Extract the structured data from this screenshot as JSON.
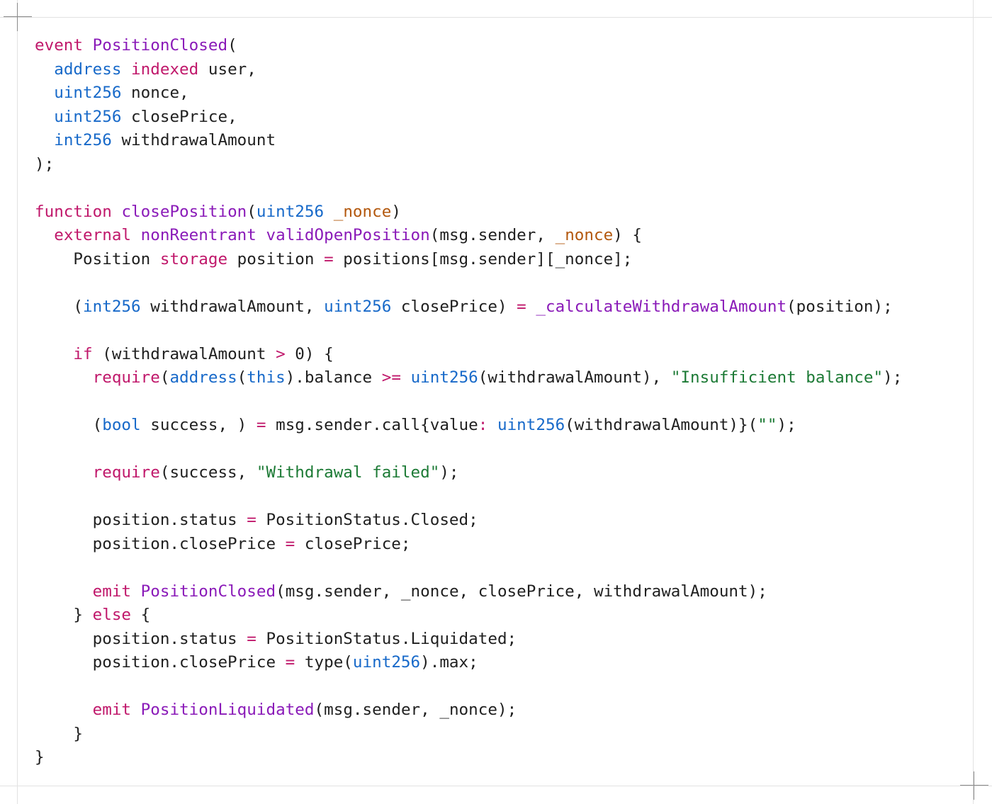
{
  "code": {
    "lines": [
      [
        {
          "t": "event",
          "c": "kw"
        },
        {
          "t": " "
        },
        {
          "t": "PositionClosed",
          "c": "fn"
        },
        {
          "t": "("
        }
      ],
      [
        {
          "t": "  "
        },
        {
          "t": "address",
          "c": "ty"
        },
        {
          "t": " "
        },
        {
          "t": "indexed",
          "c": "kw"
        },
        {
          "t": " user,"
        }
      ],
      [
        {
          "t": "  "
        },
        {
          "t": "uint256",
          "c": "ty"
        },
        {
          "t": " nonce,"
        }
      ],
      [
        {
          "t": "  "
        },
        {
          "t": "uint256",
          "c": "ty"
        },
        {
          "t": " closePrice,"
        }
      ],
      [
        {
          "t": "  "
        },
        {
          "t": "int256",
          "c": "ty"
        },
        {
          "t": " withdrawalAmount"
        }
      ],
      [
        {
          "t": ");"
        }
      ],
      [],
      [
        {
          "t": "function",
          "c": "kw"
        },
        {
          "t": " "
        },
        {
          "t": "closePosition",
          "c": "fn"
        },
        {
          "t": "("
        },
        {
          "t": "uint256",
          "c": "ty"
        },
        {
          "t": " "
        },
        {
          "t": "_nonce",
          "c": "pr"
        },
        {
          "t": ")"
        }
      ],
      [
        {
          "t": "  "
        },
        {
          "t": "external",
          "c": "kw"
        },
        {
          "t": " "
        },
        {
          "t": "nonReentrant",
          "c": "fn"
        },
        {
          "t": " "
        },
        {
          "t": "validOpenPosition",
          "c": "fn"
        },
        {
          "t": "(msg.sender, "
        },
        {
          "t": "_nonce",
          "c": "pr"
        },
        {
          "t": ") {"
        }
      ],
      [
        {
          "t": "    Position "
        },
        {
          "t": "storage",
          "c": "kw"
        },
        {
          "t": " position "
        },
        {
          "t": "=",
          "c": "op"
        },
        {
          "t": " positions[msg.sender][_nonce];"
        }
      ],
      [],
      [
        {
          "t": "    ("
        },
        {
          "t": "int256",
          "c": "ty"
        },
        {
          "t": " withdrawalAmount, "
        },
        {
          "t": "uint256",
          "c": "ty"
        },
        {
          "t": " closePrice) "
        },
        {
          "t": "=",
          "c": "op"
        },
        {
          "t": " "
        },
        {
          "t": "_calculateWithdrawalAmount",
          "c": "fn"
        },
        {
          "t": "(position);"
        }
      ],
      [],
      [
        {
          "t": "    "
        },
        {
          "t": "if",
          "c": "kw"
        },
        {
          "t": " (withdrawalAmount "
        },
        {
          "t": ">",
          "c": "op"
        },
        {
          "t": " 0) {"
        }
      ],
      [
        {
          "t": "      "
        },
        {
          "t": "require",
          "c": "kw"
        },
        {
          "t": "("
        },
        {
          "t": "address",
          "c": "ty"
        },
        {
          "t": "("
        },
        {
          "t": "this",
          "c": "ty"
        },
        {
          "t": ").balance "
        },
        {
          "t": ">=",
          "c": "op"
        },
        {
          "t": " "
        },
        {
          "t": "uint256",
          "c": "ty"
        },
        {
          "t": "(withdrawalAmount), "
        },
        {
          "t": "\"Insufficient balance\"",
          "c": "st"
        },
        {
          "t": ");"
        }
      ],
      [],
      [
        {
          "t": "      ("
        },
        {
          "t": "bool",
          "c": "ty"
        },
        {
          "t": " success, ) "
        },
        {
          "t": "=",
          "c": "op"
        },
        {
          "t": " msg.sender.call{value"
        },
        {
          "t": ":",
          "c": "op"
        },
        {
          "t": " "
        },
        {
          "t": "uint256",
          "c": "ty"
        },
        {
          "t": "(withdrawalAmount)}("
        },
        {
          "t": "\"\"",
          "c": "st"
        },
        {
          "t": ");"
        }
      ],
      [],
      [
        {
          "t": "      "
        },
        {
          "t": "require",
          "c": "kw"
        },
        {
          "t": "(success, "
        },
        {
          "t": "\"Withdrawal failed\"",
          "c": "st"
        },
        {
          "t": ");"
        }
      ],
      [],
      [
        {
          "t": "      position.status "
        },
        {
          "t": "=",
          "c": "op"
        },
        {
          "t": " PositionStatus.Closed;"
        }
      ],
      [
        {
          "t": "      position.closePrice "
        },
        {
          "t": "=",
          "c": "op"
        },
        {
          "t": " closePrice;"
        }
      ],
      [],
      [
        {
          "t": "      "
        },
        {
          "t": "emit",
          "c": "kw"
        },
        {
          "t": " "
        },
        {
          "t": "PositionClosed",
          "c": "fn"
        },
        {
          "t": "(msg.sender, _nonce, closePrice, withdrawalAmount);"
        }
      ],
      [
        {
          "t": "    } "
        },
        {
          "t": "else",
          "c": "kw"
        },
        {
          "t": " {"
        }
      ],
      [
        {
          "t": "      position.status "
        },
        {
          "t": "=",
          "c": "op"
        },
        {
          "t": " PositionStatus.Liquidated;"
        }
      ],
      [
        {
          "t": "      position.closePrice "
        },
        {
          "t": "=",
          "c": "op"
        },
        {
          "t": " type("
        },
        {
          "t": "uint256",
          "c": "ty"
        },
        {
          "t": ").max;"
        }
      ],
      [],
      [
        {
          "t": "      "
        },
        {
          "t": "emit",
          "c": "kw"
        },
        {
          "t": " "
        },
        {
          "t": "PositionLiquidated",
          "c": "fn"
        },
        {
          "t": "(msg.sender, _nonce);"
        }
      ],
      [
        {
          "t": "    }"
        }
      ],
      [
        {
          "t": "}"
        }
      ]
    ]
  },
  "colors": {
    "keyword": "#c0186b",
    "function": "#8a1ab8",
    "type": "#1769c9",
    "param": "#b3580e",
    "string": "#1c7a35",
    "text": "#1f1f1f"
  }
}
